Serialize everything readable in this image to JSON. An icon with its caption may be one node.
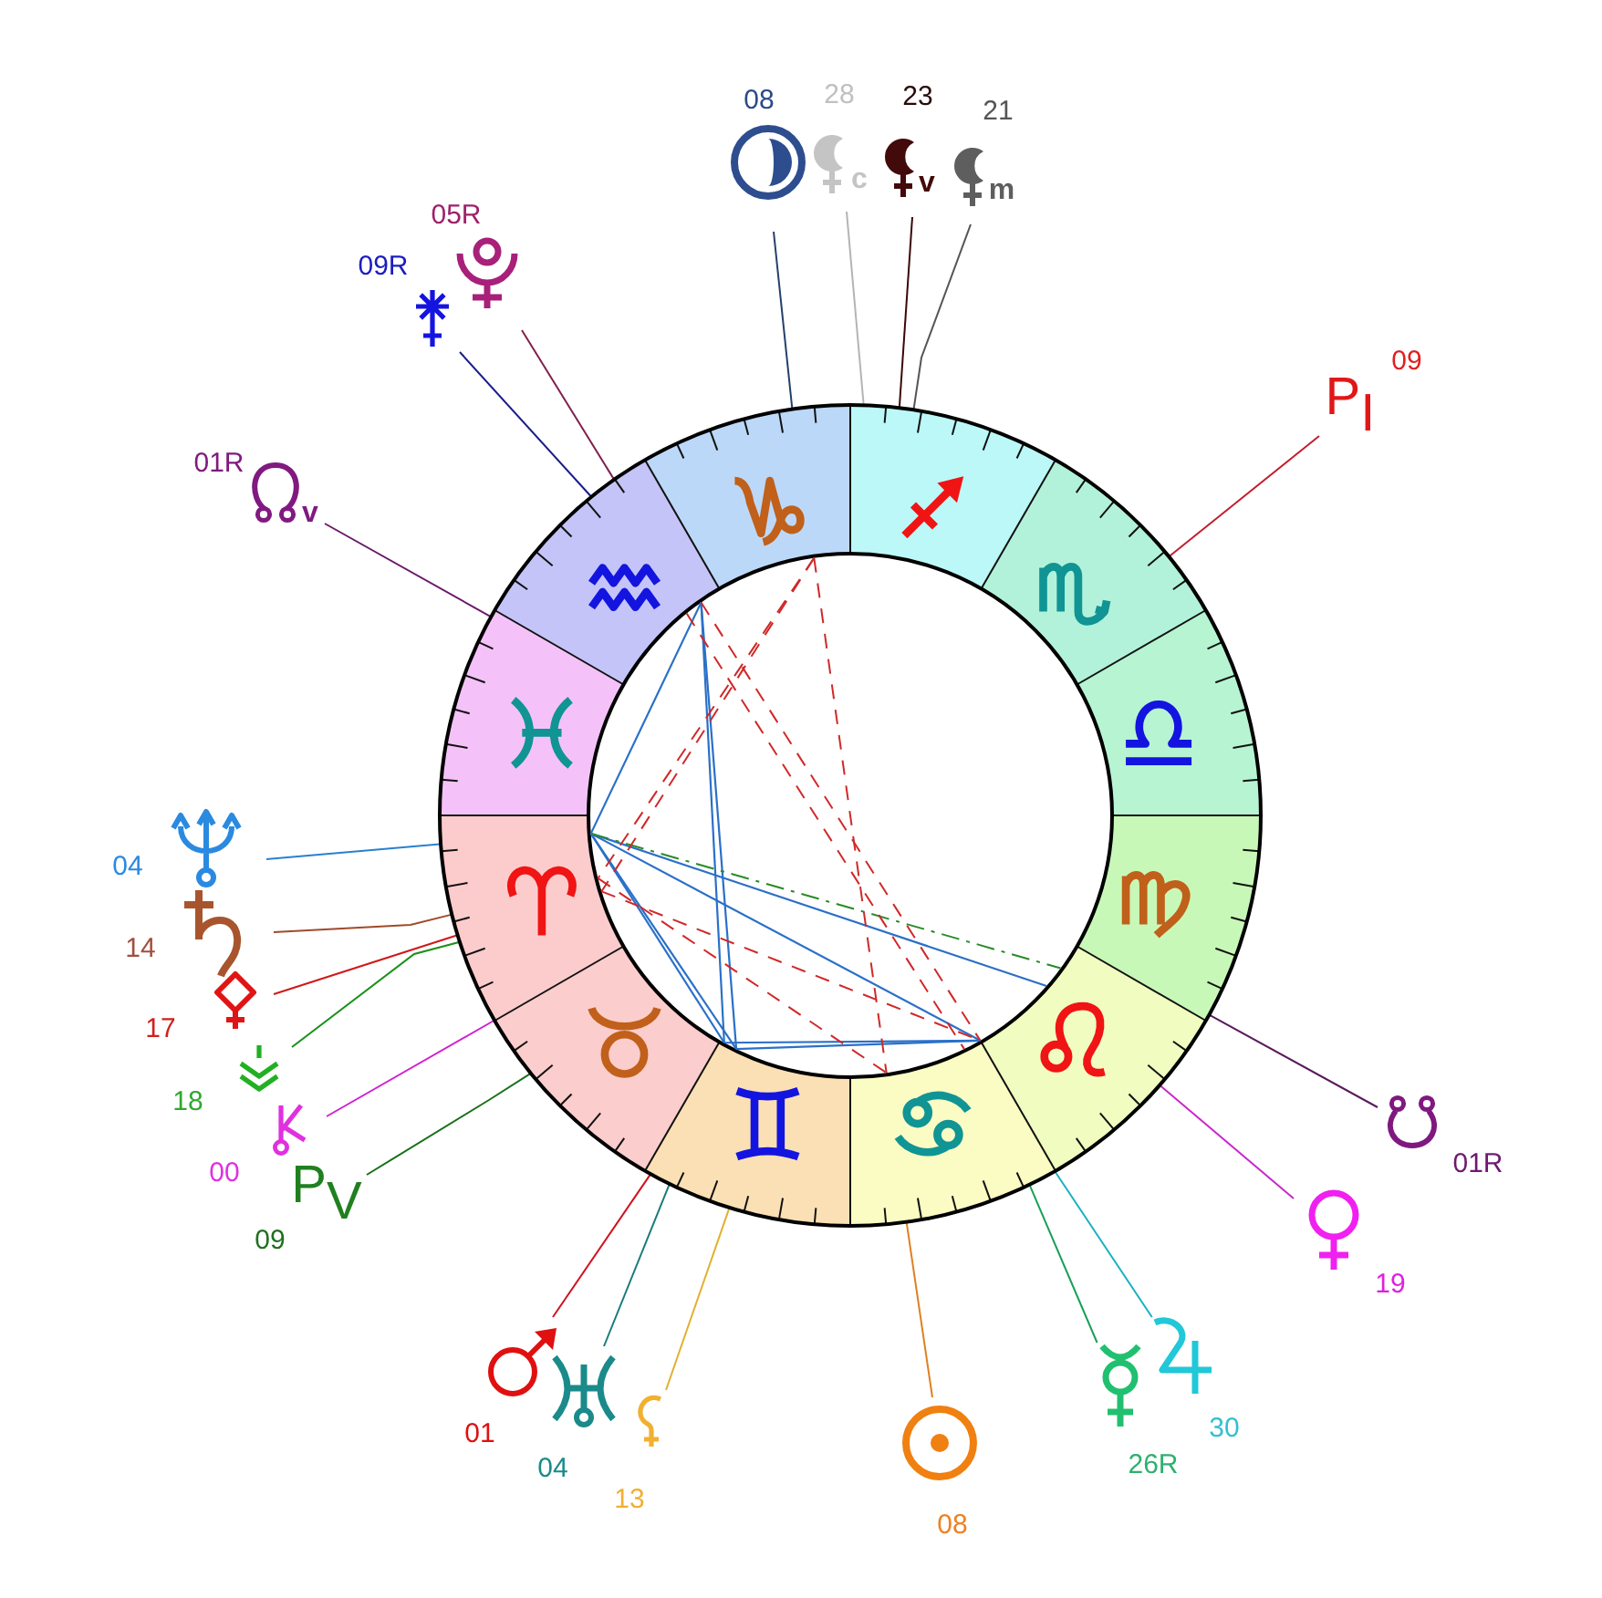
{
  "diagram": {
    "nodes": [
      {
        "text": [],
        "shape": "circle"
      },
      {
        "text": [
          "08"
        ]
      },
      {
        "text": [
          "28",
          "c"
        ]
      },
      {
        "text": [
          "23",
          "v"
        ]
      },
      {
        "text": [
          "21",
          "m"
        ]
      },
      {
        "text": [
          "05R"
        ]
      },
      {
        "text": [
          "09R"
        ]
      },
      {
        "text": [
          "09",
          "P$_{I}$"
        ]
      },
      {
        "text": [
          "01R",
          "v"
        ]
      },
      {
        "text": [
          "04"
        ]
      },
      {
        "text": [
          "14"
        ]
      },
      {
        "text": [
          "17"
        ]
      },
      {
        "text": [
          "18"
        ]
      },
      {
        "text": [
          "01R"
        ]
      },
      {
        "text": [
          "00"
        ]
      },
      {
        "text": [
          "P$_{V}$",
          "09"
        ]
      },
      {
        "text": [
          "19"
        ]
      },
      {
        "text": [
          "01"
        ]
      },
      {
        "text": [
          "30"
        ]
      },
      {
        "text": [
          "04"
        ]
      },
      {
        "text": [
          "26R"
        ]
      },
      {
        "text": [
          "08"
        ]
      },
      {
        "text": [
          "13"
        ]
      }
    ],
    "edges": [
      {
        "from": 1,
        "to": 0,
        "arrow": "none",
        "color": "#24406e"
      },
      {
        "from": 2,
        "to": 0,
        "arrow": "none",
        "color": "#b4b4b4"
      },
      {
        "from": 3,
        "to": 0,
        "arrow": "none",
        "color": "#3a0808"
      },
      {
        "from": 4,
        "to": 0,
        "arrow": "none",
        "color": "#555555"
      },
      {
        "from": 5,
        "to": 0,
        "arrow": "none",
        "color": "#80204e"
      },
      {
        "from": 6,
        "to": 0,
        "arrow": "none",
        "color": "#1a1a8a"
      },
      {
        "from": 7,
        "to": 0,
        "arrow": "none",
        "color": "#c02030"
      },
      {
        "from": 8,
        "to": 0,
        "arrow": "none",
        "color": "#6a1a6a"
      },
      {
        "from": 9,
        "to": 0,
        "arrow": "none",
        "color": "#2a80d0"
      },
      {
        "from": 10,
        "to": 0,
        "arrow": "none",
        "color": "#a04a2a"
      },
      {
        "from": 11,
        "to": 0,
        "arrow": "none",
        "color": "#d01818"
      },
      {
        "from": 12,
        "to": 0,
        "arrow": "none",
        "color": "#189018"
      },
      {
        "from": 13,
        "to": 0,
        "arrow": "none",
        "color": "#5a1a5a"
      },
      {
        "from": 14,
        "to": 0,
        "arrow": "none",
        "color": "#d020d0"
      },
      {
        "from": 15,
        "to": 0,
        "arrow": "none",
        "color": "#187018"
      },
      {
        "from": 16,
        "to": 0,
        "arrow": "none",
        "color": "#c828c8"
      },
      {
        "from": 17,
        "to": 0,
        "arrow": "none",
        "color": "#d01020"
      },
      {
        "from": 18,
        "to": 0,
        "arrow": "none",
        "color": "#18b0c0"
      },
      {
        "from": 19,
        "to": 0,
        "arrow": "none",
        "color": "#1a7a7a"
      },
      {
        "from": 20,
        "to": 0,
        "arrow": "none",
        "color": "#18a058"
      },
      {
        "from": 21,
        "to": 0,
        "arrow": "none",
        "color": "#e08020"
      },
      {
        "from": 22,
        "to": 0,
        "arrow": "none",
        "color": "#e0b030"
      }
    ]
  }
}
